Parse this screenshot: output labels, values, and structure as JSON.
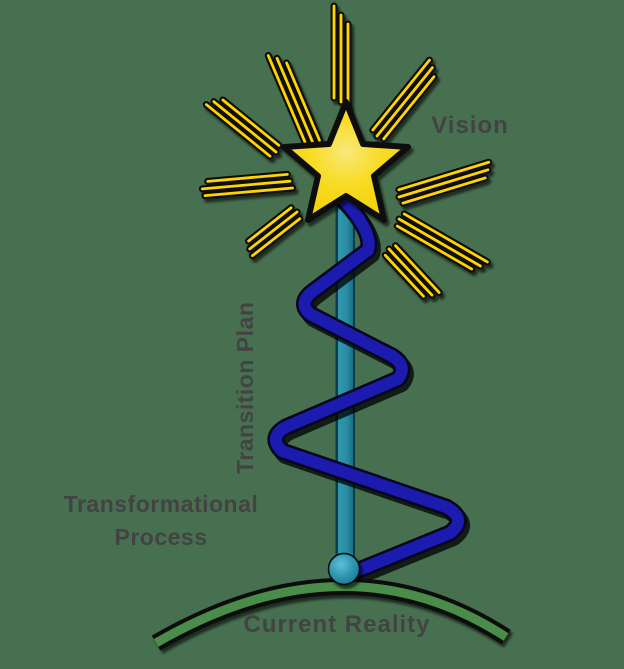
{
  "background_color": "#477050",
  "labels": {
    "vision": "Vision",
    "transition_plan": "Transition Plan",
    "transformational_line1": "Transformational",
    "transformational_line2": "Process",
    "current_reality": "Current Reality"
  },
  "colors": {
    "label_text": "#434343",
    "star_fill": "#F8DC25",
    "ray_yellow": "#FFD400",
    "ray_outline": "#0D0D0D",
    "pole_teal": "#2A8CA2",
    "spiral_blue": "#1B1BB0",
    "spiral_outline": "#06061E",
    "node_teal": "#2E95AF",
    "arc_green": "#4A8C4A",
    "outline_black": "#0A0A0A"
  }
}
